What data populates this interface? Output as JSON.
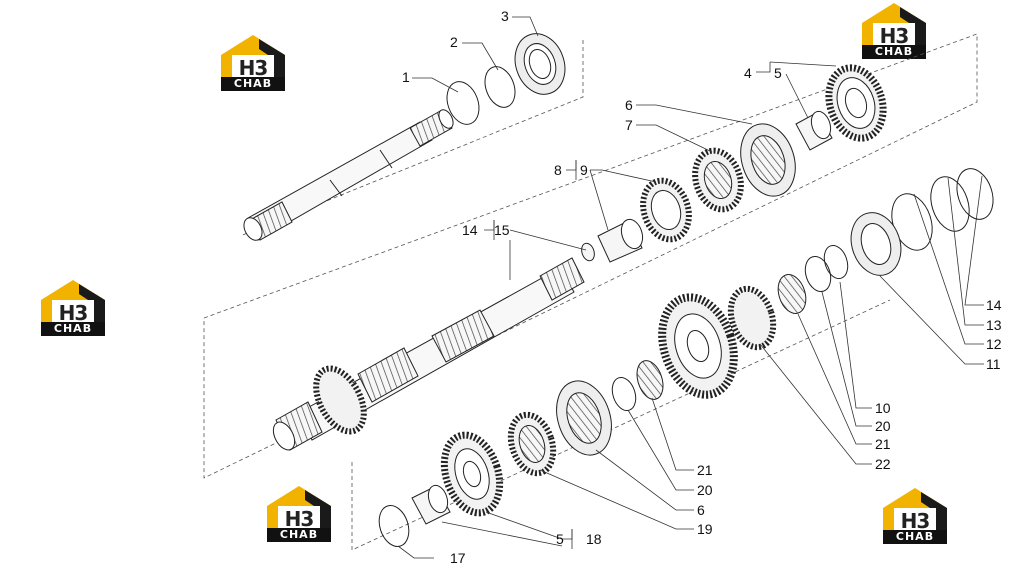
{
  "logo": {
    "mono": "H3",
    "word": "CHAB"
  },
  "callouts": {
    "c1": "1",
    "c2": "2",
    "c3": "3",
    "c4": "4",
    "c5a": "5",
    "c6a": "6",
    "c7": "7",
    "c8": "8",
    "c9": "9",
    "c14a": "14",
    "c15": "15",
    "c14b": "14",
    "c13": "13",
    "c12": "12",
    "c11": "11",
    "c10": "10",
    "c20a": "20",
    "c21a": "21",
    "c22": "22",
    "c21b": "21",
    "c20b": "20",
    "c6b": "6",
    "c19": "19",
    "c5b": "5",
    "c18": "18",
    "c17": "17"
  },
  "colors": {
    "logo_yellow": "#f2b300",
    "logo_dark": "#1a1a1a",
    "line": "#222222",
    "gear_fill": "#f4f4f4"
  }
}
